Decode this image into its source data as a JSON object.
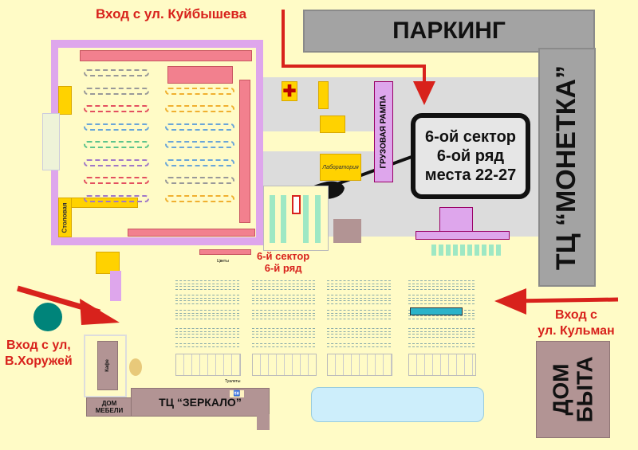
{
  "entrances": {
    "north": "Вход с ул. Куйбышева",
    "west_line1": "Вход с ул,",
    "west_line2": "В.Хоружей",
    "east_line1": "Вход с",
    "east_line2": "ул. Кульман"
  },
  "buildings": {
    "parking": "ПАРКИНГ",
    "monetka": "ТЦ “МОНЕТКА”",
    "dom_byta_line1": "ДОМ",
    "dom_byta_line2": "БЫТА",
    "zerkalo": "ТЦ “ЗЕРКАЛО”",
    "dom_mebeli_line1": "ДОМ",
    "dom_mebeli_line2": "МЕБЕЛИ",
    "cafe": "Кафе",
    "stolovaya": "Столовая",
    "gruzovaya_rampa": "ГРУЗОВАЯ РАМПА",
    "laboratoriya": "Лаборатория",
    "toilets": "Туалеты",
    "flowers": "Цветы"
  },
  "callout": {
    "line1": "6-ой сектор",
    "line2": "6-ой ряд",
    "line3": "места 22-27"
  },
  "marker_label": {
    "line1": "6-й сектор",
    "line2": "6-й ряд"
  },
  "colors": {
    "background": "#fffbc6",
    "accent_red": "#d8221c",
    "building_gray": "#a3a3a3",
    "building_brown": "#b29494",
    "teal_circle": "#00847a"
  }
}
